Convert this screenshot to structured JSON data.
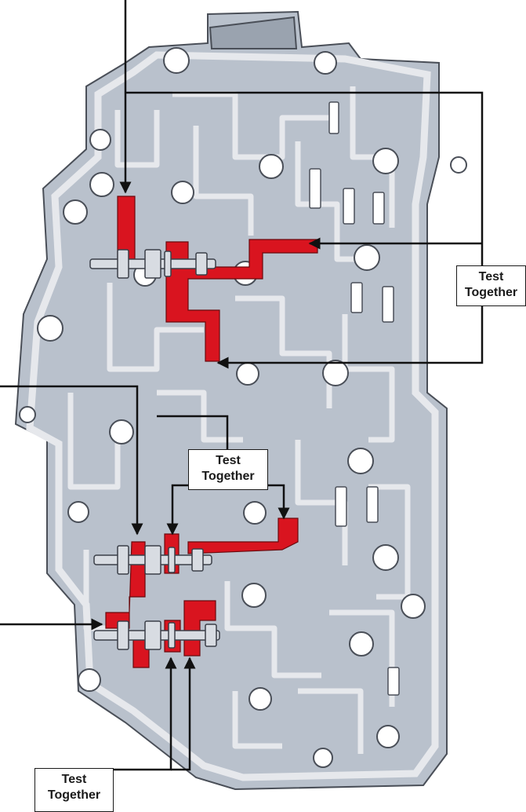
{
  "labels": {
    "right": {
      "line1": "Test",
      "line2": "Together"
    },
    "middle": {
      "line1": "Test",
      "line2": "Together"
    },
    "bottom": {
      "line1": "Test",
      "line2": "Together"
    }
  },
  "colors": {
    "plate": "#b9c1cc",
    "plate_dark": "#8d96a3",
    "gasket": "#e6e8ec",
    "outline": "#4a4f58",
    "passage": "#d8dce2",
    "highlight": "#d9141f",
    "arrow": "#111111",
    "bore": "#ffffff"
  },
  "icons": [
    "arrow-icon",
    "valve-spool-icon",
    "bolt-hole-icon"
  ]
}
